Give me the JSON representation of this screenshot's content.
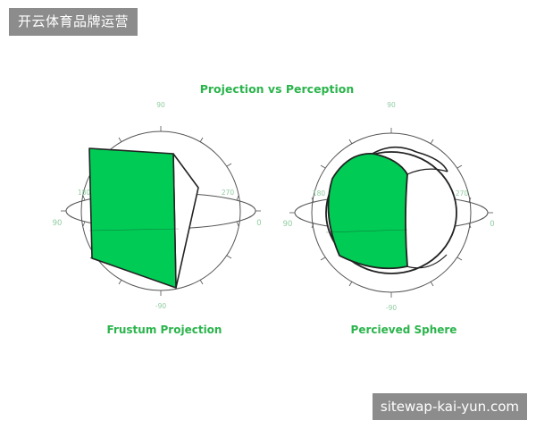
{
  "watermarks": {
    "top": "开云体育品牌运营",
    "bottom": "sitewap-kai-yun.com"
  },
  "diagram": {
    "title": "Projection vs Perception",
    "left": {
      "caption": "Frustum Projection",
      "ticks": {
        "top": "90",
        "bottom": "-90",
        "left": "90",
        "right": "0",
        "inner_left": "180",
        "inner_right": "270"
      }
    },
    "right": {
      "caption": "Percieved Sphere",
      "ticks": {
        "top": "90",
        "bottom": "-90",
        "left": "90",
        "right": "0",
        "inner_left": "180",
        "inner_right": "270"
      }
    }
  },
  "colors": {
    "fill_green": "#00cc55",
    "label_green": "#2bb44c",
    "tick_green": "#8fcca0",
    "outline": "#222222",
    "guide": "#555555"
  }
}
